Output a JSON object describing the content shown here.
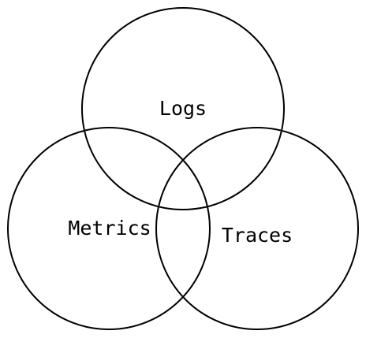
{
  "diagram": {
    "type": "venn",
    "stroke_color": "#000000",
    "background": "#ffffff",
    "sets": [
      {
        "label": "Logs"
      },
      {
        "label": "Metrics"
      },
      {
        "label": "Traces"
      }
    ]
  }
}
